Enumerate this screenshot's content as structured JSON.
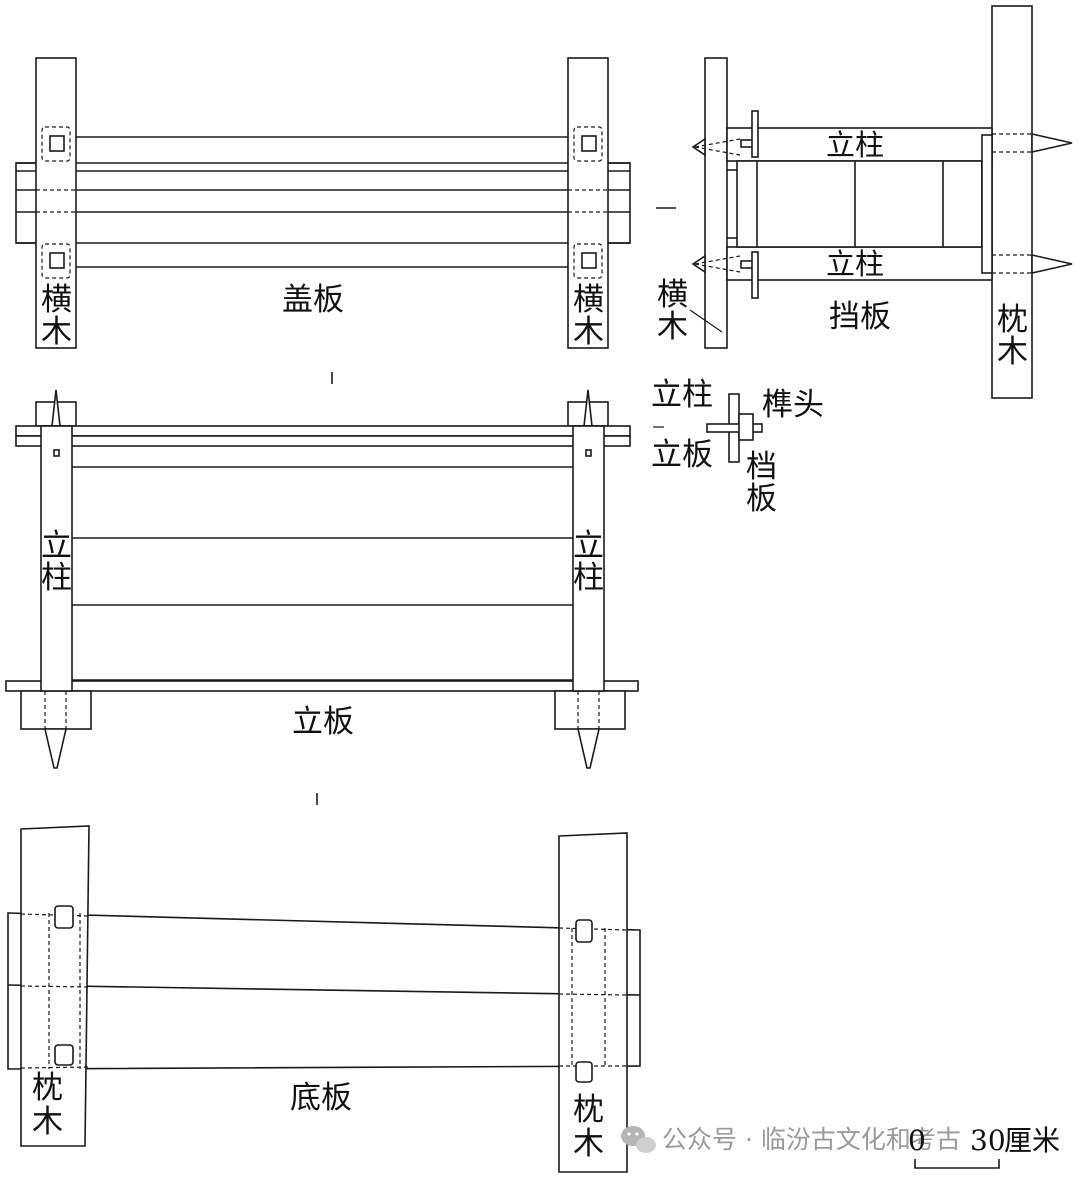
{
  "views": {
    "top": {
      "label": "盖板",
      "crossbeam_left": [
        "横",
        "木"
      ],
      "crossbeam_right": [
        "横",
        "木"
      ]
    },
    "side": {
      "post_top": "立柱",
      "post_bottom": "立柱",
      "baffle": "挡板",
      "crossbeam": [
        "横",
        "木"
      ],
      "pillow": [
        "枕",
        "木"
      ]
    },
    "joint": {
      "post": "立柱",
      "tenon": "榫头",
      "panel": "立板",
      "baffle": [
        "档",
        "板"
      ]
    },
    "front": {
      "label": "立板",
      "post_left": [
        "立",
        "柱"
      ],
      "post_right": [
        "立",
        "柱"
      ]
    },
    "bottom": {
      "label": "底板",
      "pillow_left": [
        "枕",
        "木"
      ],
      "pillow_right": [
        "枕",
        "木"
      ]
    }
  },
  "scale": {
    "zero": "0",
    "max": "30",
    "unit": "厘米"
  },
  "watermark": "公众号 · 临汾古文化和考古"
}
